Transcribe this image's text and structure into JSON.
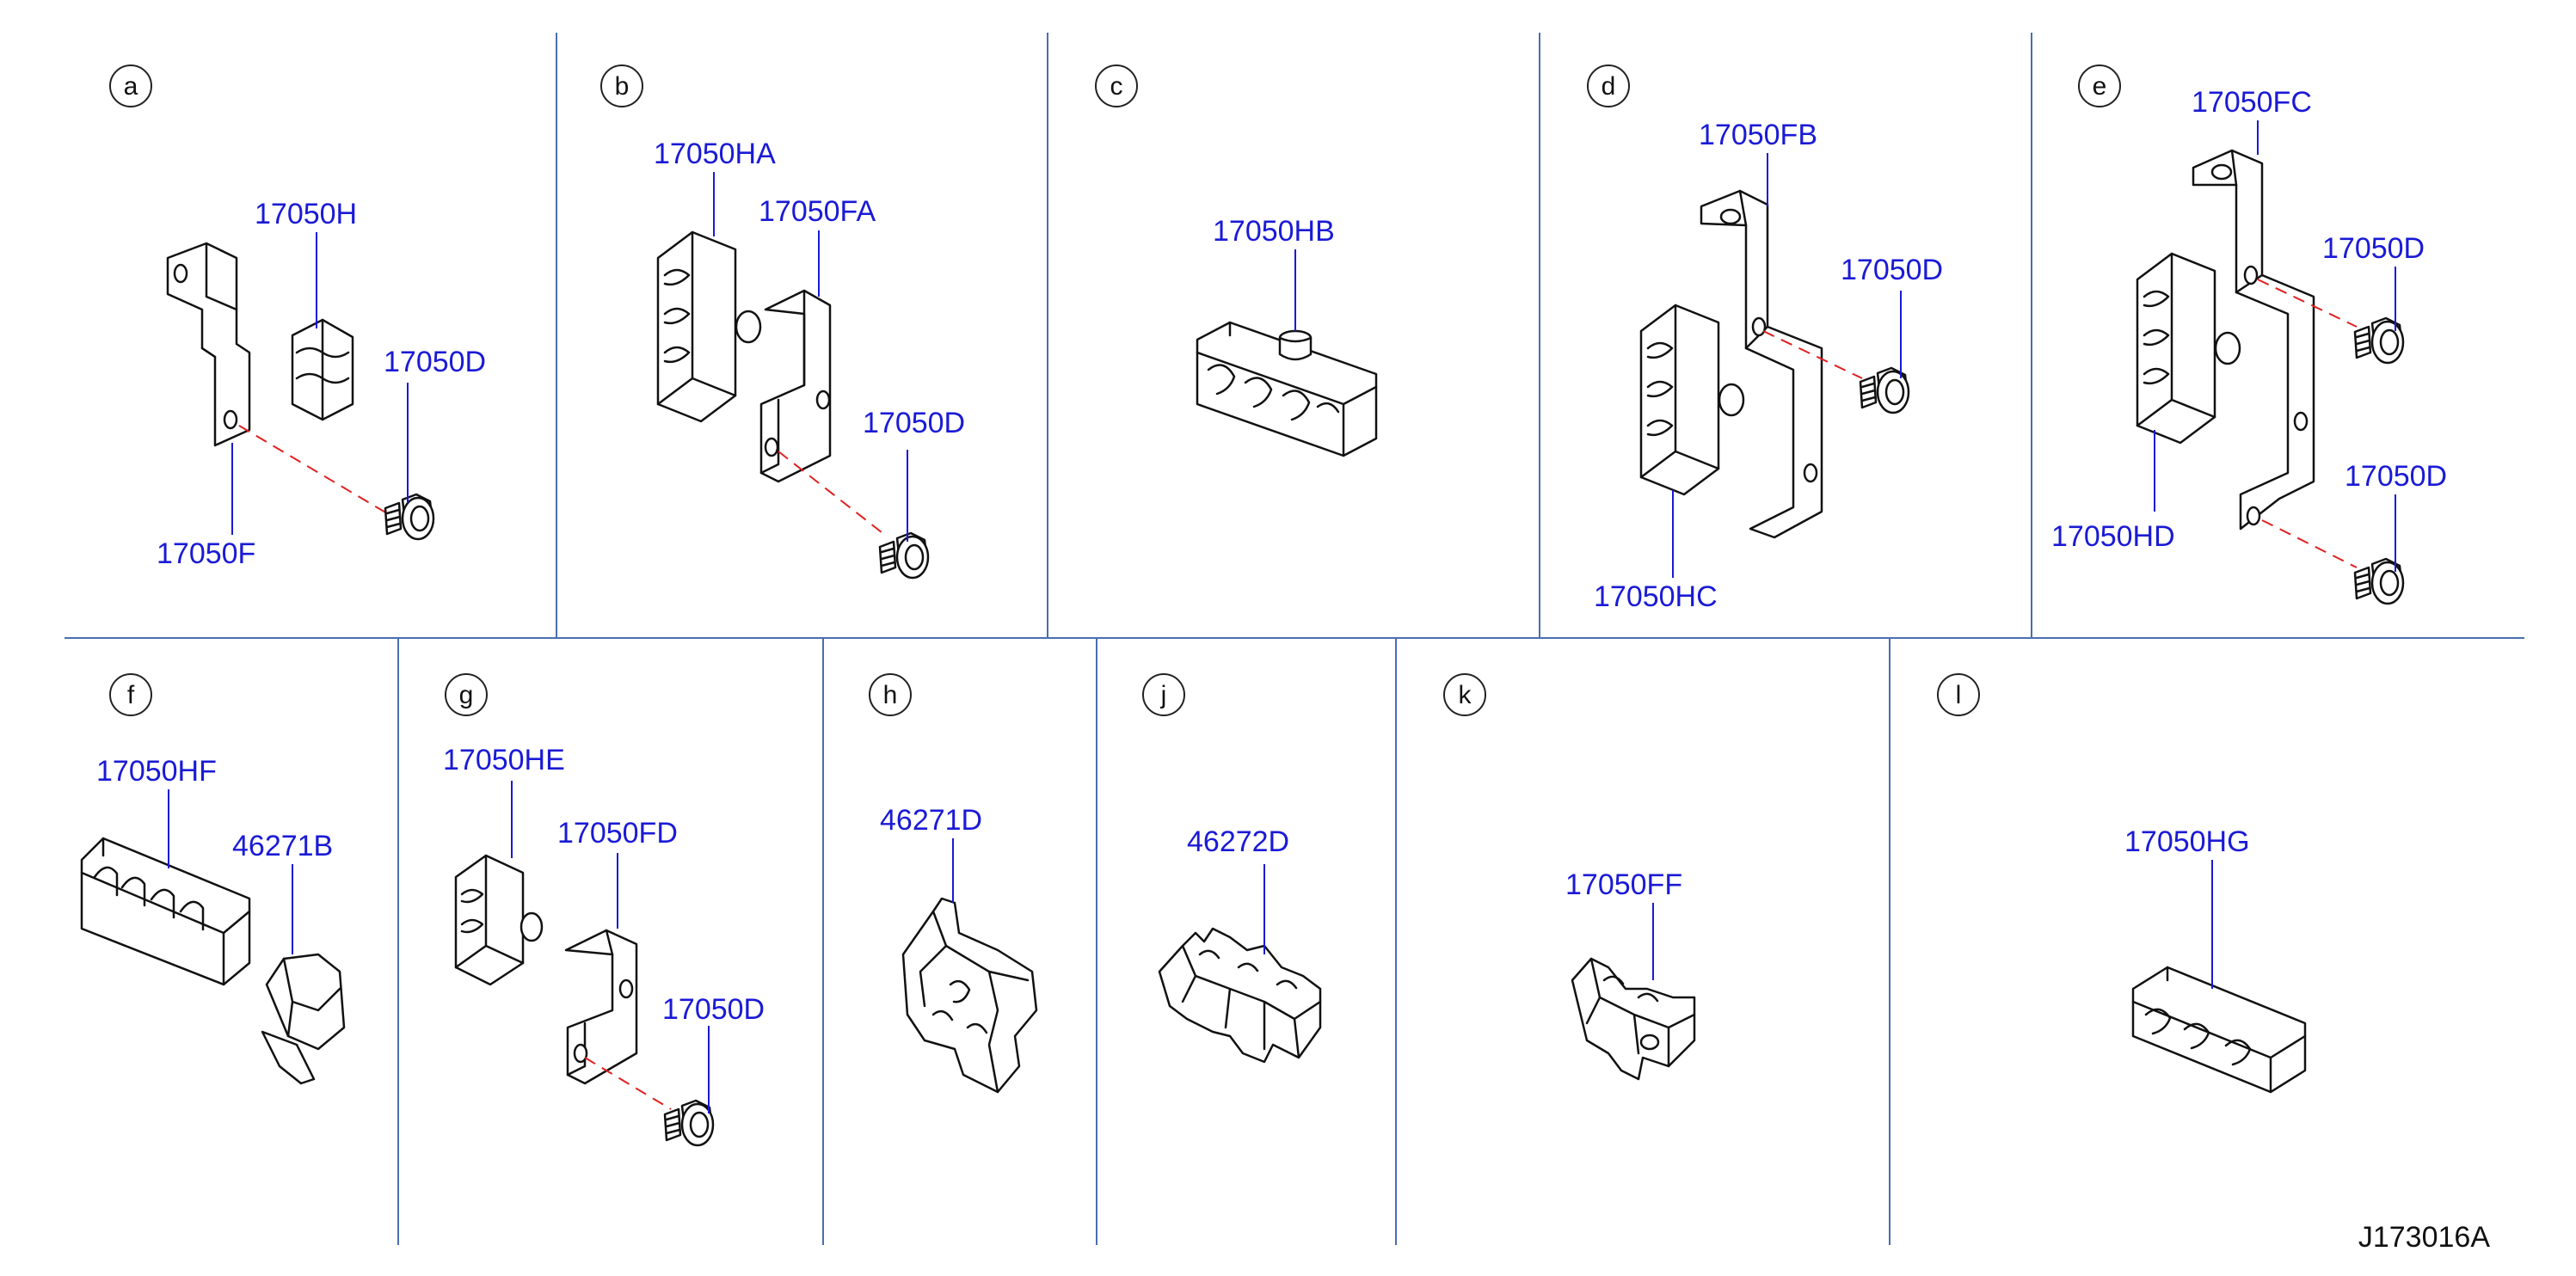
{
  "panels": [
    {
      "letter": "a",
      "parts": [
        "17050H",
        "17050D",
        "17050F"
      ]
    },
    {
      "letter": "b",
      "parts": [
        "17050HA",
        "17050FA",
        "17050D"
      ]
    },
    {
      "letter": "c",
      "parts": [
        "17050HB"
      ]
    },
    {
      "letter": "d",
      "parts": [
        "17050FB",
        "17050D",
        "17050HC"
      ]
    },
    {
      "letter": "e",
      "parts": [
        "17050FC",
        "17050D",
        "17050D",
        "17050HD"
      ]
    },
    {
      "letter": "f",
      "parts": [
        "17050HF",
        "46271B"
      ]
    },
    {
      "letter": "g",
      "parts": [
        "17050HE",
        "17050FD",
        "17050D"
      ]
    },
    {
      "letter": "h",
      "parts": [
        "46271D"
      ]
    },
    {
      "letter": "j",
      "parts": [
        "46272D"
      ]
    },
    {
      "letter": "k",
      "parts": [
        "17050FF"
      ]
    },
    {
      "letter": "l",
      "parts": [
        "17050HG"
      ]
    }
  ],
  "reference_code": "J173016A",
  "colors": {
    "part_label": "#1a1ad6",
    "divider": "#4a6fb0",
    "dashed_line": "#e02020"
  }
}
